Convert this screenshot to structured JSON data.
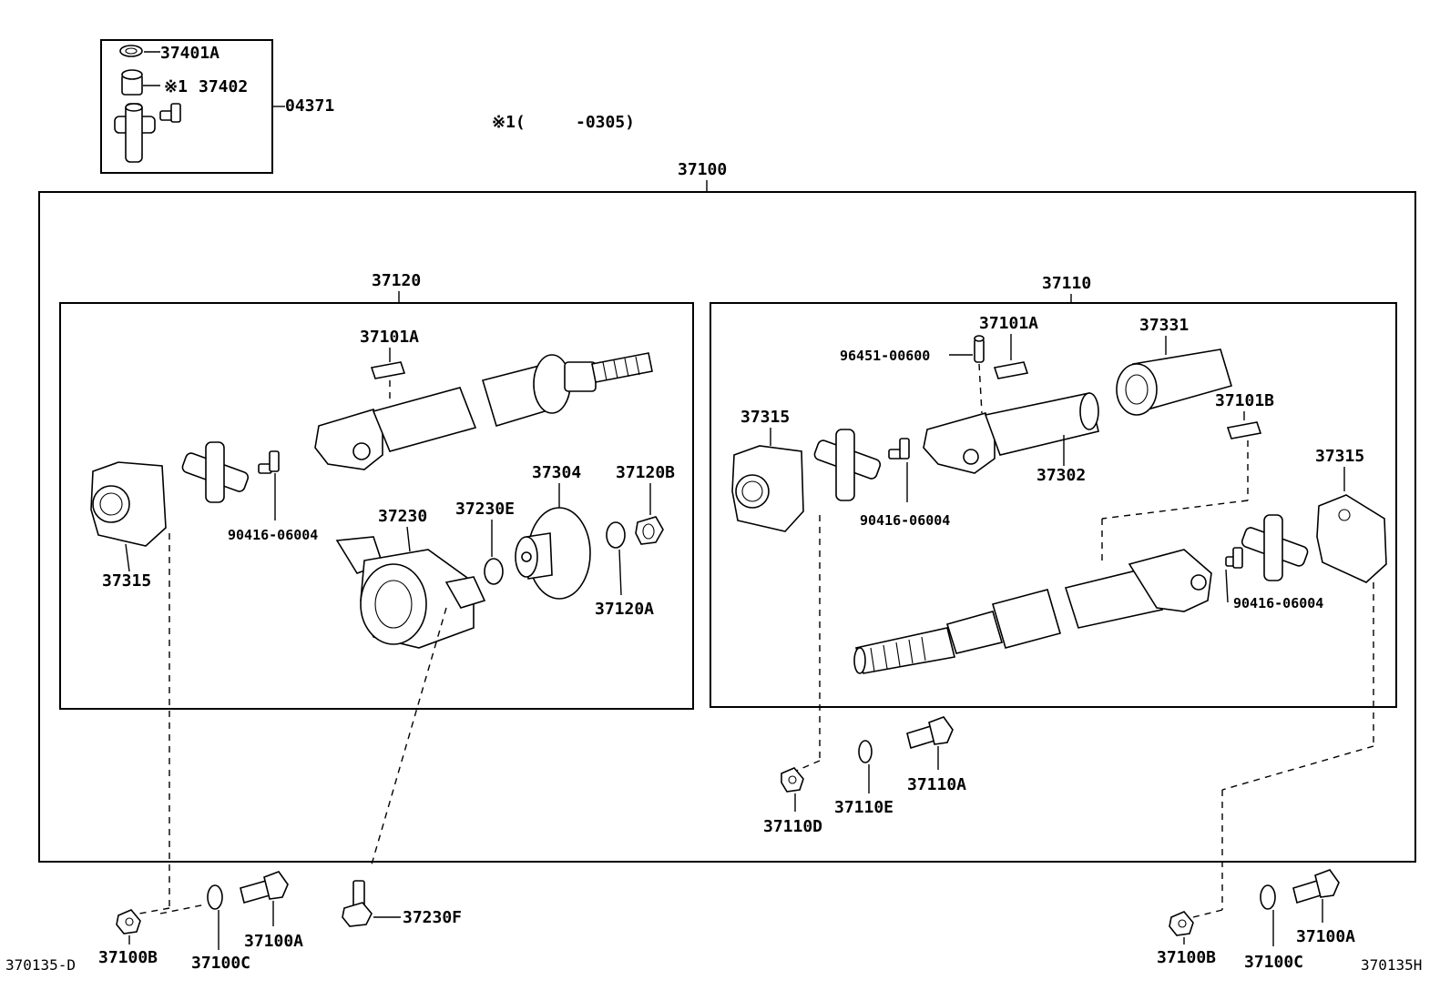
{
  "labels": {
    "p37401A": "37401A",
    "p37402": "37402",
    "mark1_a": "※1",
    "p04371": "04371",
    "note_mark": "※1(",
    "note_range": "-0305)",
    "p37100": "37100",
    "p37120": "37120",
    "p37110": "37110",
    "p37101A_l": "37101A",
    "p37315_l": "37315",
    "p90416_l": "90416-06004",
    "p37230": "37230",
    "p37230E": "37230E",
    "p37304": "37304",
    "p37120B": "37120B",
    "p37120A": "37120A",
    "p37101A_r": "37101A",
    "p96451": "96451-00600",
    "p37331": "37331",
    "p37315_r1": "37315",
    "p37302": "37302",
    "p37101B": "37101B",
    "p37315_r2": "37315",
    "p90416_r1": "90416-06004",
    "p90416_r2": "90416-06004",
    "p37110D": "37110D",
    "p37110E": "37110E",
    "p37110A": "37110A",
    "p37230F": "37230F",
    "p37100B_l": "37100B",
    "p37100C_l": "37100C",
    "p37100A_l": "37100A",
    "p37100B_r": "37100B",
    "p37100C_r": "37100C",
    "p37100A_r": "37100A",
    "ref_left": "370135-D",
    "ref_right": "370135H"
  }
}
